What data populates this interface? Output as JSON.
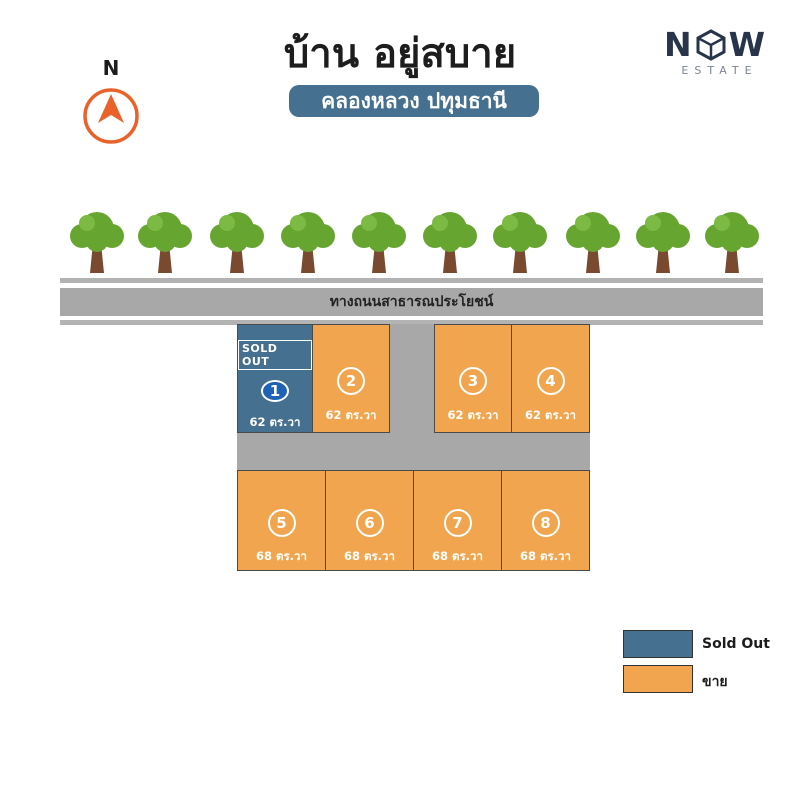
{
  "header": {
    "title": "บ้าน อยู่สบาย",
    "subtitle": "คลองหลวง ปทุมธานี"
  },
  "compass": {
    "label": "N"
  },
  "logo": {
    "left": "N",
    "right": "W",
    "sub": "ESTATE"
  },
  "road": {
    "label": "ทางถนนสาธารณประโยชน์"
  },
  "plots": [
    {
      "number": "1",
      "area": "62 ตร.วา",
      "status": "sold",
      "tag": "SOLD OUT"
    },
    {
      "number": "2",
      "area": "62 ตร.วา",
      "status": "sale"
    },
    {
      "number": "3",
      "area": "62 ตร.วา",
      "status": "sale"
    },
    {
      "number": "4",
      "area": "62 ตร.วา",
      "status": "sale"
    },
    {
      "number": "5",
      "area": "68 ตร.วา",
      "status": "sale"
    },
    {
      "number": "6",
      "area": "68 ตร.วา",
      "status": "sale"
    },
    {
      "number": "7",
      "area": "68 ตร.วา",
      "status": "sale"
    },
    {
      "number": "8",
      "area": "68 ตร.วา",
      "status": "sale"
    }
  ],
  "legend": [
    {
      "label": "Sold Out",
      "color": "#46708f"
    },
    {
      "label": "ขาย",
      "color": "#f2a54f"
    }
  ],
  "colors": {
    "sold": "#46708f",
    "sale": "#f2a54f",
    "road": "#a8a8a8",
    "compass": "#e8622a",
    "tree_leaf": "#67a531",
    "tree_trunk": "#7a4a30"
  }
}
